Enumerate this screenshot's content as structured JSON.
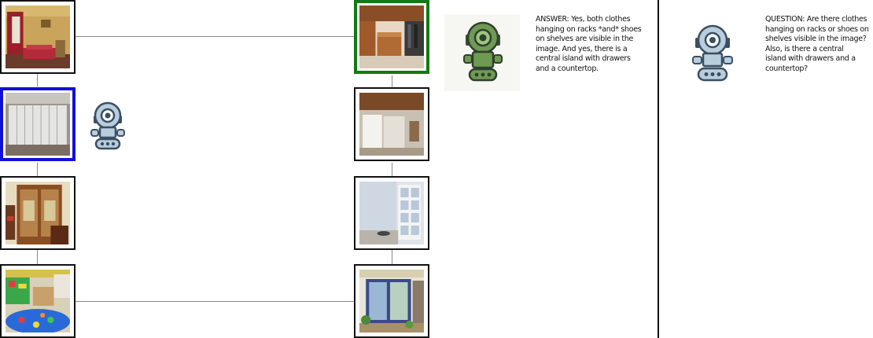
{
  "answer": {
    "text": "ANSWER: Yes, both clothes\nhanging on racks *and* shoes\non shelves are visible in the\nimage. And yes, there is a\ncentral island with drawers\nand a countertop."
  },
  "question": {
    "text": "QUESTION: Are there clothes\nhanging on racks or shoes on\nshelves visible in the image?\nAlso, is there a central\nisland with drawers and a\ncountertop?"
  },
  "thumbnails": {
    "left": [
      "living room with red sofa",
      "white storage lockers",
      "carved wooden doors",
      "classroom with colorful rug"
    ],
    "right": [
      "walk-in closet with island",
      "empty room with wood ceiling",
      "empty room with french doors",
      "glass door entryway"
    ]
  },
  "highlights": {
    "selected_color": "#1111d6",
    "target_color": "#127a12"
  },
  "icons": {
    "explorer_robot": "robot-icon",
    "answer_robot": "green-robot-icon",
    "question_robot": "robot-icon"
  }
}
